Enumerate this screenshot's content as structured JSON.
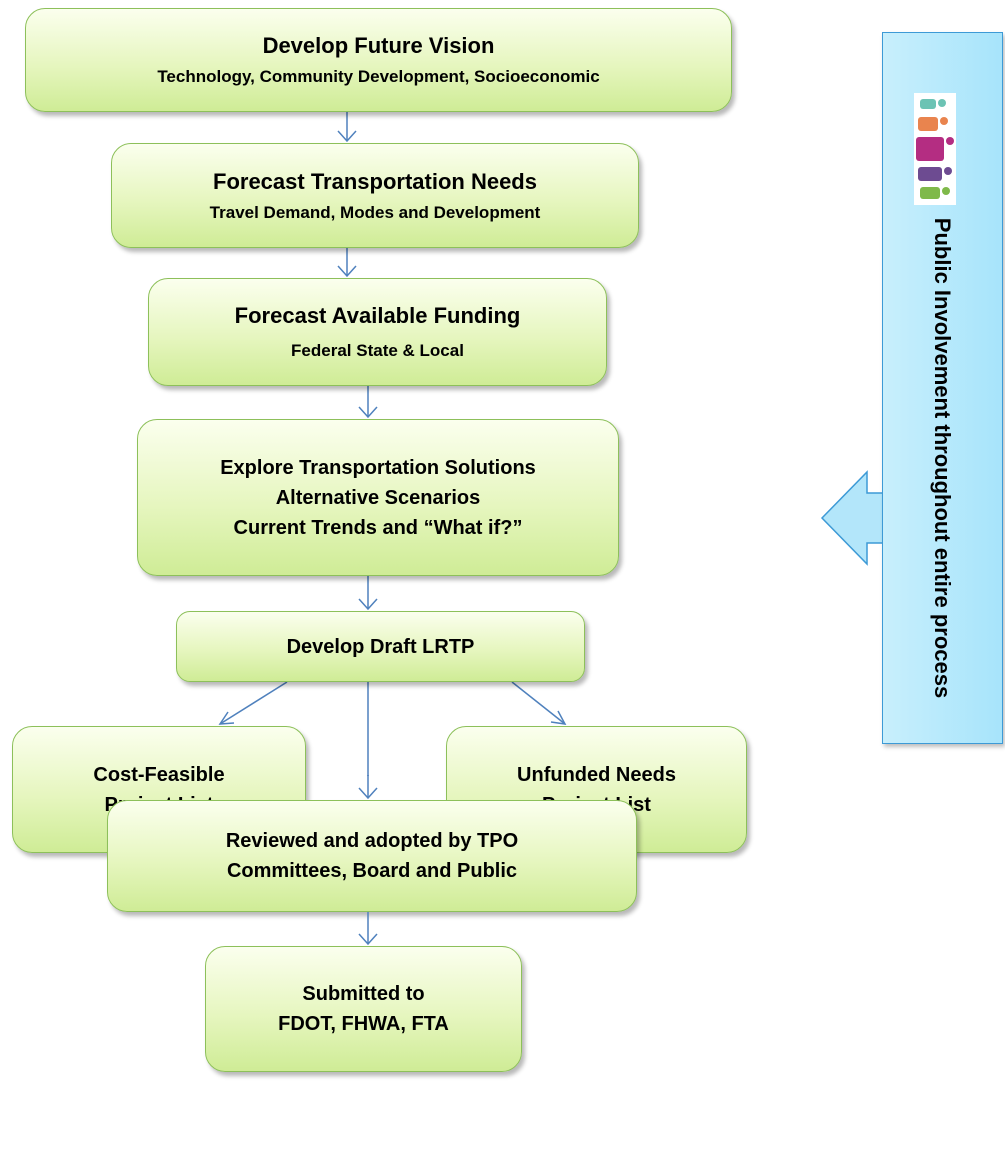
{
  "steps": {
    "vision": {
      "title": "Develop Future Vision",
      "subtitle": "Technology, Community Development, Socioeconomic"
    },
    "needs": {
      "title": "Forecast Transportation Needs",
      "subtitle": "Travel Demand, Modes and Development"
    },
    "funding": {
      "title": "Forecast Available Funding",
      "subtitle": "Federal State & Local"
    },
    "solutions": {
      "line1": "Explore Transportation Solutions",
      "line2": "Alternative Scenarios",
      "line3": "Current Trends and “What if?”"
    },
    "draft": {
      "title": "Develop Draft LRTP"
    },
    "cost_feasible": {
      "line1": "Cost-Feasible",
      "line2": "Project List"
    },
    "unfunded": {
      "line1": "Unfunded Needs",
      "line2": "Project List"
    },
    "reviewed": {
      "line1": "Reviewed and adopted by TPO",
      "line2": "Committees, Board and Public"
    },
    "submitted": {
      "line1": "Submitted to",
      "line2": "FDOT, FHWA, FTA"
    }
  },
  "side_panel": {
    "label": "Public Involvement throughout entire process",
    "icon": "people-icon",
    "people_colors": [
      "#6cc3b4",
      "#e9844e",
      "#b42d82",
      "#6d4b91",
      "#7fb94a"
    ]
  },
  "colors": {
    "box_fill": "#e6f6bf",
    "box_border": "#8dc05a",
    "connector": "#4f81bd",
    "panel_fill": "#b0e6fb",
    "panel_border": "#3d9ad6"
  }
}
